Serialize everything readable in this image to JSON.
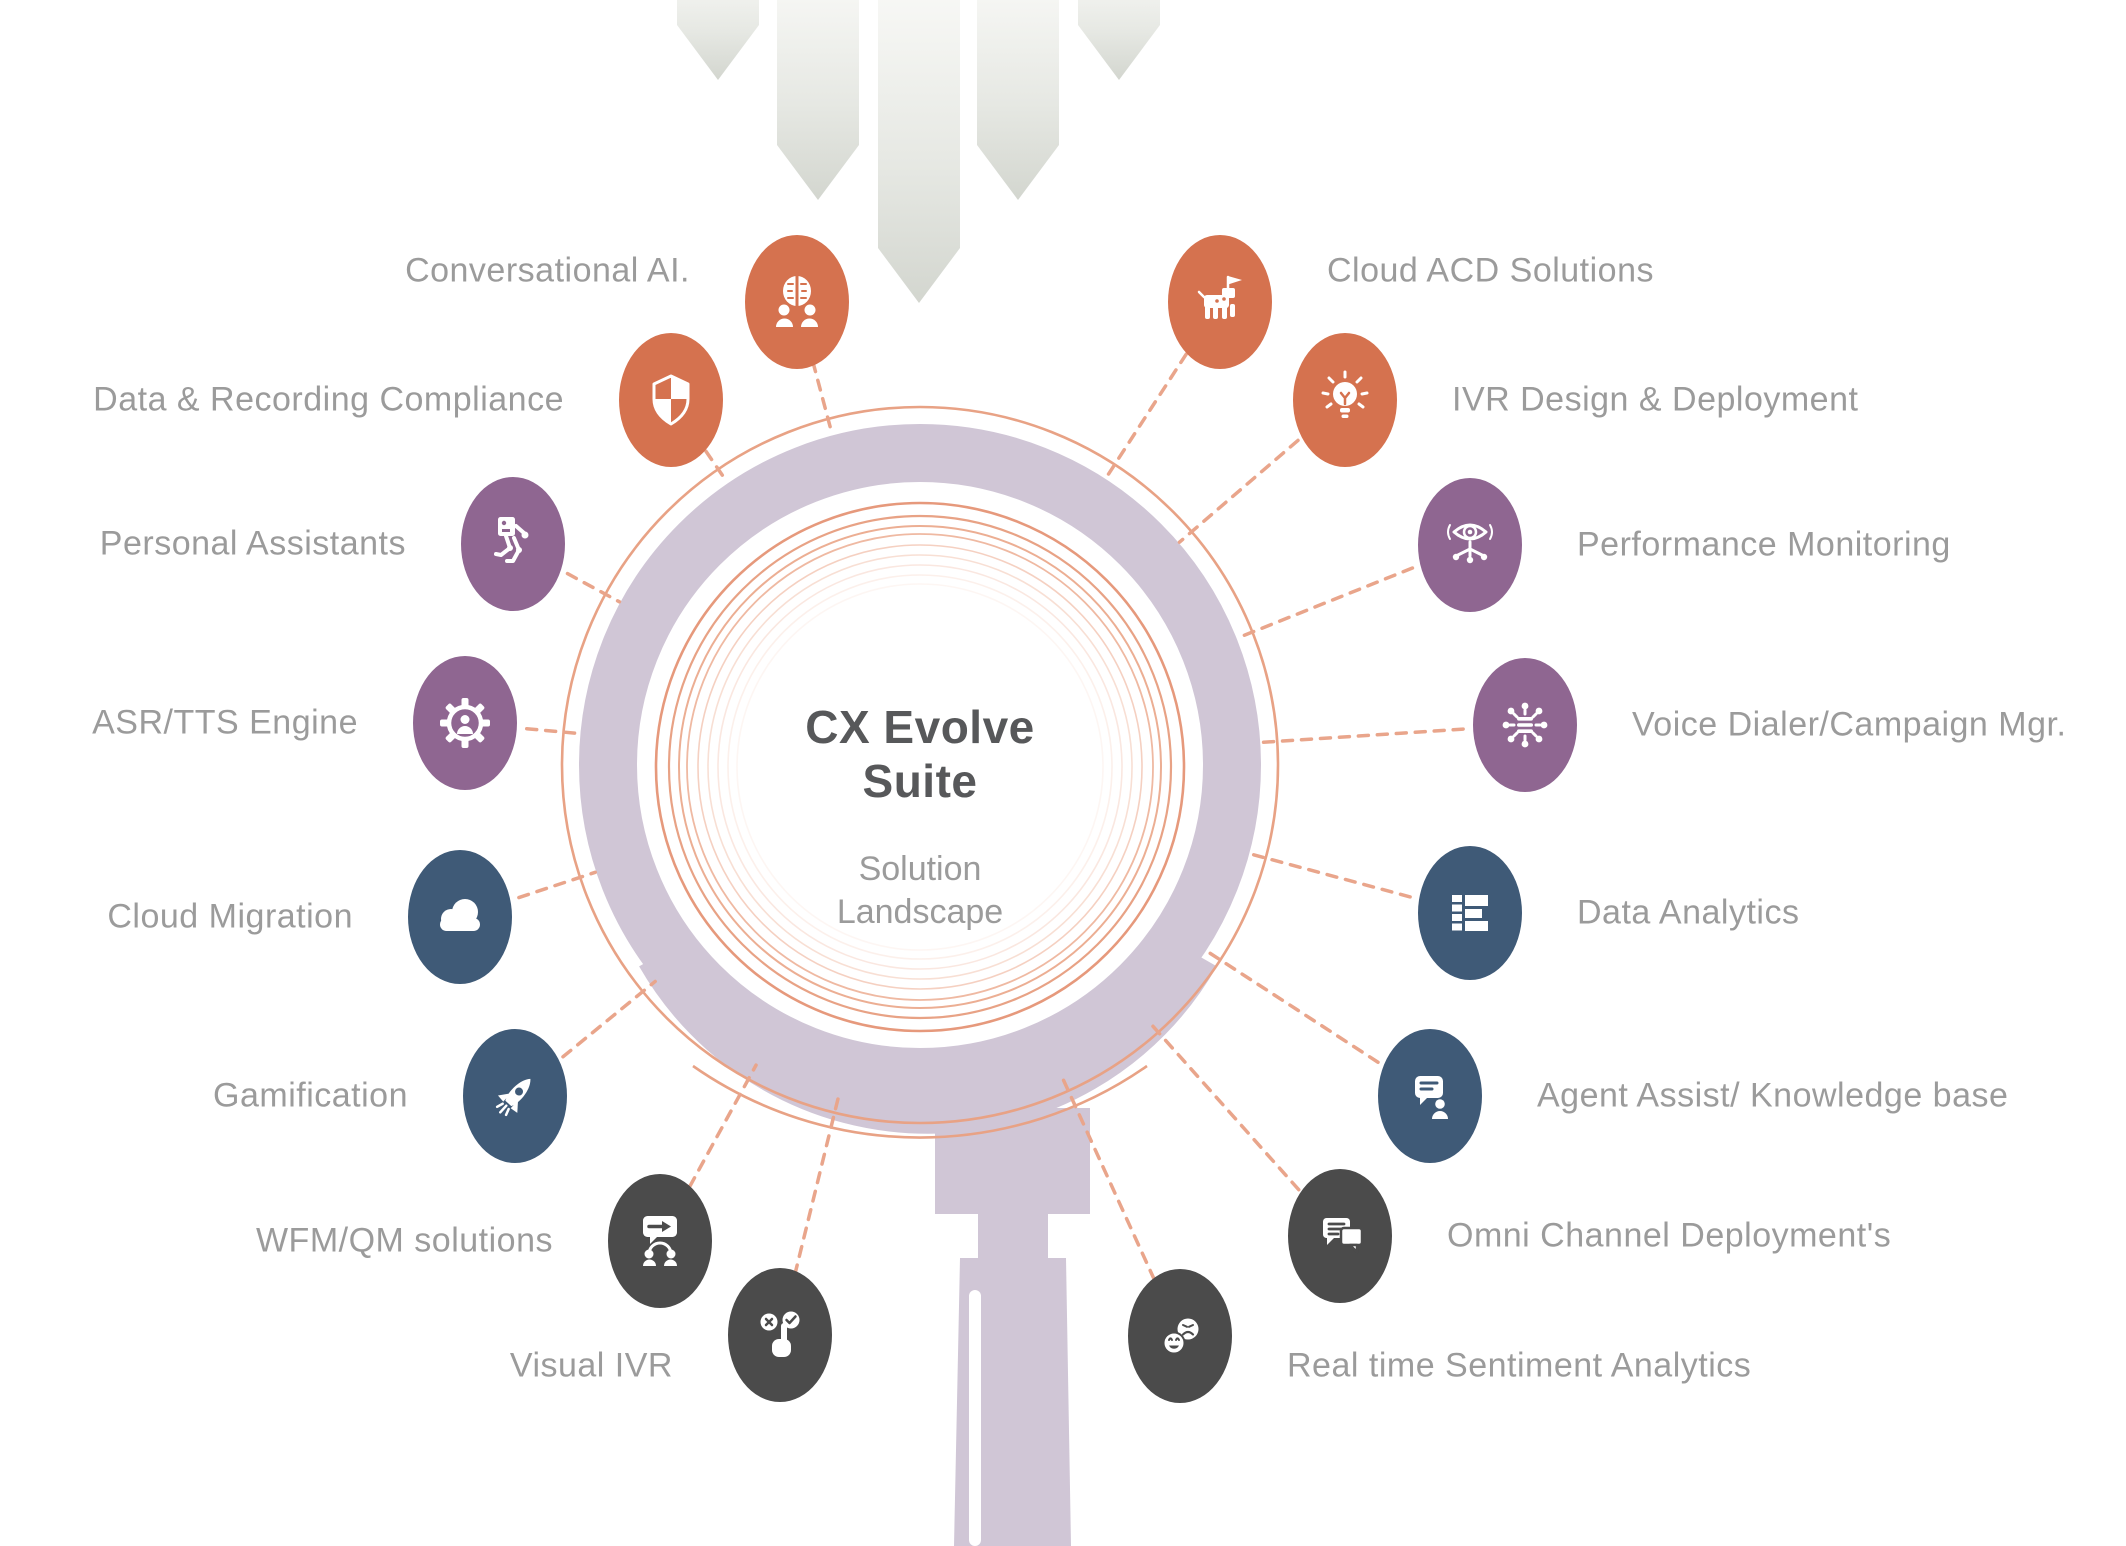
{
  "title": "CX Evolve Suite",
  "subtitle": "Solution Landscape",
  "decor": {
    "top_down_arrows": 5
  },
  "colors": {
    "orange": "#D5724F",
    "purple": "#8F6691",
    "slate": "#3F5A77",
    "darkgray": "#4B4B4B",
    "lavender_ring": "#D0C6D6",
    "thin_ring_orange": "#E8A285",
    "dashed_connector": "#E9A58B",
    "label_gray": "#9B9B9B",
    "title_gray": "#57585A"
  },
  "nodes": {
    "conv_ai": {
      "label": "Conversational AI.",
      "icon": "brain-people-icon",
      "color": "#D5724F"
    },
    "data_rec": {
      "label": "Data & Recording Compliance",
      "icon": "shield-icon",
      "color": "#D5724F"
    },
    "personal": {
      "label": "Personal Assistants",
      "icon": "robot-icon",
      "color": "#8F6691"
    },
    "asr": {
      "label": "ASR/TTS Engine",
      "icon": "gear-voice-icon",
      "color": "#8F6691"
    },
    "cloud_mig": {
      "label": "Cloud Migration",
      "icon": "cloud-icon",
      "color": "#3F5A77"
    },
    "gamification": {
      "label": "Gamification",
      "icon": "rocket-icon",
      "color": "#3F5A77"
    },
    "wfm": {
      "label": "WFM/QM solutions",
      "icon": "chat-workflow-icon",
      "color": "#4B4B4B"
    },
    "visual_ivr": {
      "label": "Visual IVR",
      "icon": "touch-select-icon",
      "color": "#4B4B4B"
    },
    "cloud_acd": {
      "label": "Cloud ACD Solutions",
      "icon": "robot-dog-icon",
      "color": "#D5724F"
    },
    "ivr_design": {
      "label": "IVR Design & Deployment",
      "icon": "bulb-icon",
      "color": "#D5724F"
    },
    "perf_mon": {
      "label": "Performance Monitoring",
      "icon": "eye-network-icon",
      "color": "#8F6691"
    },
    "voice_dialer": {
      "label": "Voice Dialer/Campaign Mgr.",
      "icon": "hub-icon",
      "color": "#8F6691"
    },
    "data_analytics": {
      "label": "Data Analytics",
      "icon": "rows-icon",
      "color": "#3F5A77"
    },
    "agent_assist": {
      "label": "Agent Assist/ Knowledge base",
      "icon": "chat-person-icon",
      "color": "#3F5A77"
    },
    "omni": {
      "label": "Omni Channel Deployment's",
      "icon": "chat-bubbles-icon",
      "color": "#4B4B4B"
    },
    "sentiment": {
      "label": "Real time Sentiment Analytics",
      "icon": "emoji-faces-icon",
      "color": "#4B4B4B"
    }
  }
}
